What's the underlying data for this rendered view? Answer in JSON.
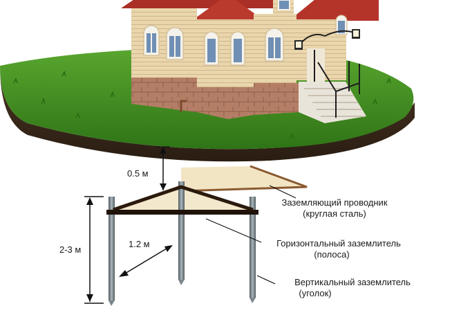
{
  "labels": {
    "depth": "0.5 м",
    "height": "2-3 м",
    "spacing": "1.2 м",
    "conductor_line1": "Заземляющий проводник",
    "conductor_line2": "(круглая сталь)",
    "horizontal_line1": "Горизонтальный заземлитель",
    "horizontal_line2": "(полоса)",
    "vertical_line1": "Вертикальный заземлитель",
    "vertical_line2": "(уголок)"
  },
  "colors": {
    "grass": "#3f8f1e",
    "soil": "#3a2a1c",
    "wall": "#e8d3a8",
    "roof": "#b5342a",
    "stone": "#b07a62",
    "steel": "#6f7d83",
    "plate": "#f3e7c9"
  }
}
